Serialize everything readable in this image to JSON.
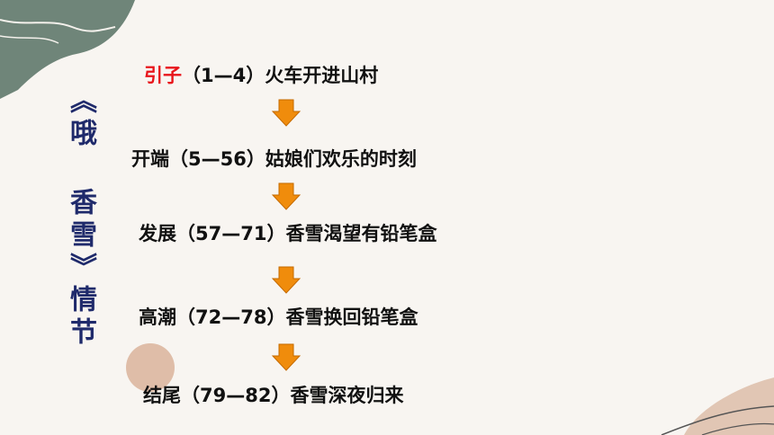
{
  "title": "《哦 香雪》情节",
  "colors": {
    "accent_red": "#e8141a",
    "arrow": "#f08c0c",
    "title": "#1f2a6b"
  },
  "steps": [
    {
      "label": "引子",
      "rest": "（1—4）火车开进山村"
    },
    {
      "label": "开端",
      "rest": "（5—56）姑娘们欢乐的时刻"
    },
    {
      "label": "发展",
      "rest": "（57—71）香雪渴望有铅笔盒"
    },
    {
      "label": "高潮",
      "rest": "（72—78）香雪换回铅笔盒"
    },
    {
      "label": "结尾",
      "rest": "（79—82）香雪深夜归来"
    }
  ]
}
